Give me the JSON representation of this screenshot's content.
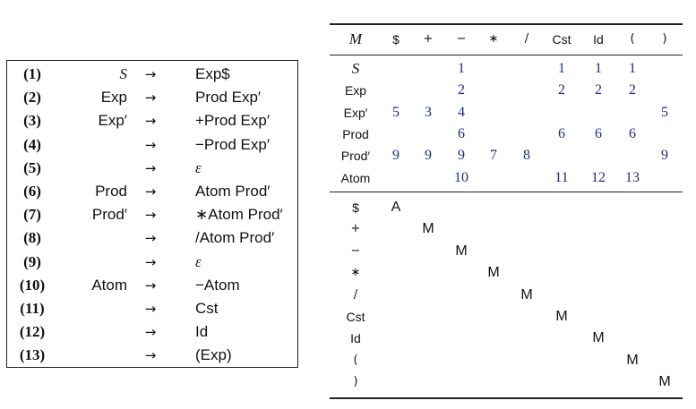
{
  "grammar": {
    "rows": [
      {
        "num": "(1)",
        "lhs": "S",
        "arrow": "→",
        "rhs": "Exp$"
      },
      {
        "num": "(2)",
        "lhs": "Exp",
        "arrow": "→",
        "rhs": "Prod Exp′"
      },
      {
        "num": "(3)",
        "lhs": "Exp′",
        "arrow": "→",
        "rhs": "+Prod Exp′"
      },
      {
        "num": "(4)",
        "lhs": "",
        "arrow": "→",
        "rhs": "−Prod Exp′"
      },
      {
        "num": "(5)",
        "lhs": "",
        "arrow": "→",
        "rhs": "ε"
      },
      {
        "num": "(6)",
        "lhs": "Prod",
        "arrow": "→",
        "rhs": "Atom Prod′"
      },
      {
        "num": "(7)",
        "lhs": "Prod′",
        "arrow": "→",
        "rhs": "∗Atom Prod′"
      },
      {
        "num": "(8)",
        "lhs": "",
        "arrow": "→",
        "rhs": "/Atom Prod′"
      },
      {
        "num": "(9)",
        "lhs": "",
        "arrow": "→",
        "rhs": "ε"
      },
      {
        "num": "(10)",
        "lhs": "Atom",
        "arrow": "→",
        "rhs": "−Atom"
      },
      {
        "num": "(11)",
        "lhs": "",
        "arrow": "→",
        "rhs": "Cst"
      },
      {
        "num": "(12)",
        "lhs": "",
        "arrow": "→",
        "rhs": "Id"
      },
      {
        "num": "(13)",
        "lhs": "",
        "arrow": "→",
        "rhs": "(Exp)"
      }
    ]
  },
  "table": {
    "corner": "M",
    "columns": [
      "$",
      "+",
      "−",
      "∗",
      "/",
      "Cst",
      "Id",
      "(",
      ")"
    ],
    "nonterminal_rows": [
      {
        "label": "S",
        "cells": [
          "",
          "",
          "1",
          "",
          "",
          "1",
          "1",
          "1",
          ""
        ]
      },
      {
        "label": "Exp",
        "cells": [
          "",
          "",
          "2",
          "",
          "",
          "2",
          "2",
          "2",
          ""
        ]
      },
      {
        "label": "Exp′",
        "cells": [
          "5",
          "3",
          "4",
          "",
          "",
          "",
          "",
          "",
          "5"
        ]
      },
      {
        "label": "Prod",
        "cells": [
          "",
          "",
          "6",
          "",
          "",
          "6",
          "6",
          "6",
          ""
        ]
      },
      {
        "label": "Prod′",
        "cells": [
          "9",
          "9",
          "9",
          "7",
          "8",
          "",
          "",
          "",
          "9"
        ]
      },
      {
        "label": "Atom",
        "cells": [
          "",
          "",
          "10",
          "",
          "",
          "11",
          "12",
          "13",
          ""
        ]
      }
    ],
    "terminal_rows": [
      {
        "label": "$",
        "cells": [
          "A",
          "",
          "",
          "",
          "",
          "",
          "",
          "",
          ""
        ]
      },
      {
        "label": "+",
        "cells": [
          "",
          "M",
          "",
          "",
          "",
          "",
          "",
          "",
          ""
        ]
      },
      {
        "label": "−",
        "cells": [
          "",
          "",
          "M",
          "",
          "",
          "",
          "",
          "",
          ""
        ]
      },
      {
        "label": "∗",
        "cells": [
          "",
          "",
          "",
          "M",
          "",
          "",
          "",
          "",
          ""
        ]
      },
      {
        "label": "/",
        "cells": [
          "",
          "",
          "",
          "",
          "M",
          "",
          "",
          "",
          ""
        ]
      },
      {
        "label": "Cst",
        "cells": [
          "",
          "",
          "",
          "",
          "",
          "M",
          "",
          "",
          ""
        ]
      },
      {
        "label": "Id",
        "cells": [
          "",
          "",
          "",
          "",
          "",
          "",
          "M",
          "",
          ""
        ]
      },
      {
        "label": "(",
        "cells": [
          "",
          "",
          "",
          "",
          "",
          "",
          "",
          "M",
          ""
        ]
      },
      {
        "label": ")",
        "cells": [
          "",
          "",
          "",
          "",
          "",
          "",
          "",
          "",
          "M"
        ]
      }
    ]
  }
}
